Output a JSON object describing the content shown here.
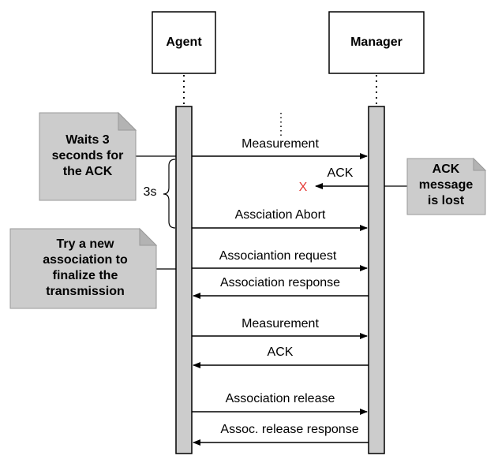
{
  "actors": {
    "agent": "Agent",
    "manager": "Manager"
  },
  "messages": [
    {
      "label": "Measurement",
      "direction": "to-manager"
    },
    {
      "label": "ACK",
      "direction": "to-agent",
      "lost": true
    },
    {
      "label": "Assciation Abort",
      "direction": "to-manager"
    },
    {
      "label": "Associantion request",
      "direction": "to-manager"
    },
    {
      "label": "Association response",
      "direction": "to-agent"
    },
    {
      "label": "Measurement",
      "direction": "to-manager"
    },
    {
      "label": "ACK",
      "direction": "to-agent"
    },
    {
      "label": "Association release",
      "direction": "to-manager"
    },
    {
      "label": "Assoc. release response",
      "direction": "to-agent"
    }
  ],
  "notes": {
    "wait": [
      "Waits 3",
      "seconds for",
      "the ACK"
    ],
    "lost": [
      "ACK",
      "message",
      "is lost"
    ],
    "retry": [
      "Try a new",
      "association to",
      "finalize the",
      "transmission"
    ]
  },
  "timeout_label": "3s",
  "lost_marker": "X",
  "colors": {
    "activation": "#cccccc",
    "note": "#cccccc",
    "lost_marker": "#e53935"
  }
}
